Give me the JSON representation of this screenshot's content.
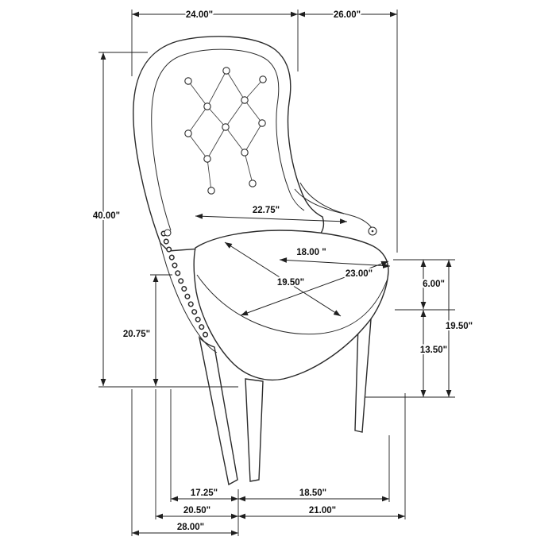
{
  "diagram": {
    "subject": "Tufted wingback accent chair dimension drawing",
    "units": "inches",
    "line_color": "#1f1f1f",
    "background_color": "#ffffff",
    "labels": {
      "back_width_top": "24.00\"",
      "top_depth": "26.00\"",
      "overall_height": "40.00\"",
      "left_side_height": "20.75\"",
      "inner_back_width": "22.75\"",
      "seat_depth": "18.00 \"",
      "seat_front_diagonal": "23.00\"",
      "seat_diagonal": "19.50\"",
      "arm_above_seat": "6.00\"",
      "right_total_height": "19.50\"",
      "seat_height": "13.50\"",
      "footprint_side_left": "17.25\"",
      "footprint_side_right": "18.50\"",
      "base_width_left": "20.50\"",
      "base_depth_right": "21.00\"",
      "overall_width_bottom": "28.00\""
    }
  }
}
